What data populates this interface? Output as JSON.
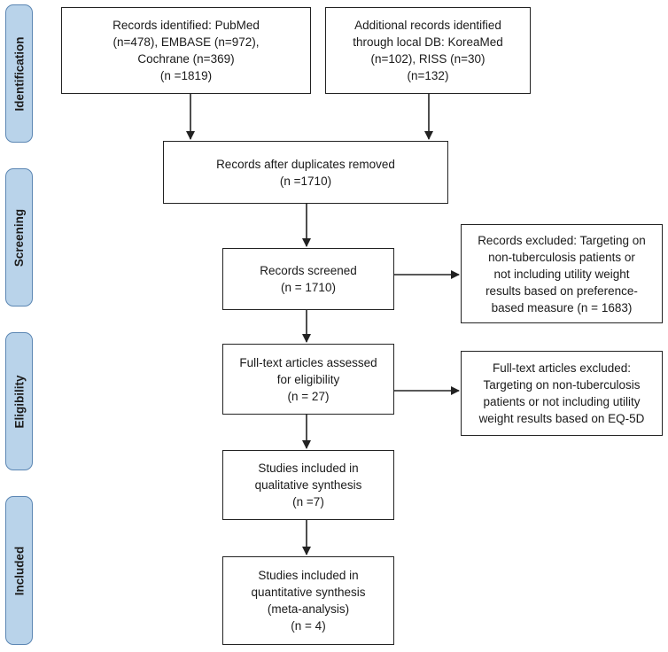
{
  "phases": {
    "identification": "Identification",
    "screening": "Screening",
    "eligibility": "Eligibility",
    "included": "Included"
  },
  "boxes": {
    "pubmed": [
      "Records identified: PubMed",
      "(n=478), EMBASE (n=972),",
      "Cochrane (n=369)",
      "(n =1819)"
    ],
    "local_db": [
      "Additional records identified",
      "through local DB: KoreaMed",
      "(n=102), RISS (n=30)",
      "(n=132)"
    ],
    "duplicates_removed": [
      "Records after duplicates removed",
      "(n =1710)"
    ],
    "screened": [
      "Records screened",
      "(n = 1710)"
    ],
    "excluded_screening": [
      "Records excluded: Targeting on",
      "non-tuberculosis patients or",
      "not including utility weight",
      "results based on preference-",
      "based measure (n = 1683)"
    ],
    "fulltext_assessed": [
      "Full-text articles assessed",
      "for eligibility",
      "(n = 27)"
    ],
    "fulltext_excluded": [
      "Full-text articles excluded:",
      "Targeting on non-tuberculosis",
      "patients or not including utility",
      "weight results based on EQ-5D"
    ],
    "qualitative": [
      "Studies included in",
      "qualitative synthesis",
      "(n =7)"
    ],
    "quantitative": [
      "Studies included in",
      "quantitative synthesis",
      "(meta-analysis)",
      "(n = 4)"
    ]
  },
  "colors": {
    "phase_fill": "#b9d3ea",
    "phase_border": "#5b86b3",
    "line": "#222222"
  }
}
